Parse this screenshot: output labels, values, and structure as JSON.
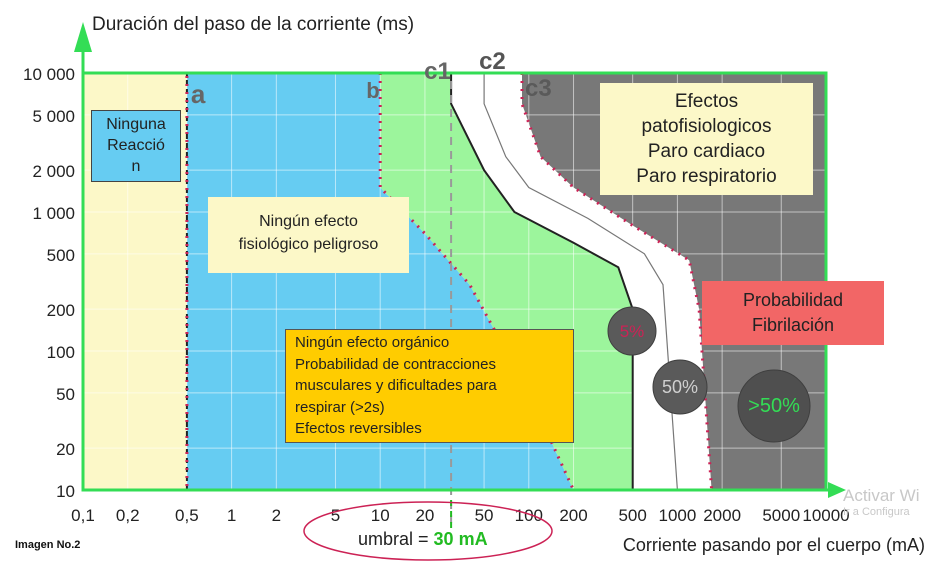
{
  "chart_data": {
    "type": "area",
    "ylabel": "Duración del paso de la corriente (ms)",
    "xlabel": "Corriente pasando por el cuerpo (mA)",
    "x_scale": "log",
    "y_scale": "log",
    "xlim": [
      0.1,
      10000
    ],
    "ylim": [
      10,
      10000
    ],
    "x_ticks": [
      {
        "v": 0.1,
        "label": "0,1"
      },
      {
        "v": 0.2,
        "label": "0,2"
      },
      {
        "v": 0.5,
        "label": "0,5"
      },
      {
        "v": 1,
        "label": "1"
      },
      {
        "v": 2,
        "label": "2"
      },
      {
        "v": 5,
        "label": "5"
      },
      {
        "v": 10,
        "label": "10"
      },
      {
        "v": 20,
        "label": "20"
      },
      {
        "v": 50,
        "label": "50"
      },
      {
        "v": 100,
        "label": "100"
      },
      {
        "v": 200,
        "label": "200"
      },
      {
        "v": 500,
        "label": "500"
      },
      {
        "v": 1000,
        "label": "1000"
      },
      {
        "v": 2000,
        "label": "2000"
      },
      {
        "v": 5000,
        "label": "5000"
      },
      {
        "v": 10000,
        "label": "10000"
      }
    ],
    "y_ticks": [
      {
        "v": 10,
        "label": "10"
      },
      {
        "v": 20,
        "label": "20"
      },
      {
        "v": 50,
        "label": "50"
      },
      {
        "v": 100,
        "label": "100"
      },
      {
        "v": 200,
        "label": "200"
      },
      {
        "v": 500,
        "label": "500"
      },
      {
        "v": 1000,
        "label": "1 000"
      },
      {
        "v": 2000,
        "label": "2 000"
      },
      {
        "v": 5000,
        "label": "5 000"
      },
      {
        "v": 10000,
        "label": "10 000"
      }
    ],
    "grid": true,
    "curves": [
      {
        "name": "a",
        "points": [
          [
            0.5,
            10
          ],
          [
            0.5,
            10000
          ]
        ]
      },
      {
        "name": "b",
        "points": [
          [
            10,
            10000
          ],
          [
            10,
            1500
          ],
          [
            20,
            700
          ],
          [
            40,
            300
          ],
          [
            100,
            50
          ],
          [
            200,
            10
          ]
        ]
      },
      {
        "name": "c1",
        "points": [
          [
            30,
            10000
          ],
          [
            30,
            6000
          ],
          [
            50,
            2000
          ],
          [
            80,
            1000
          ],
          [
            200,
            600
          ],
          [
            400,
            400
          ],
          [
            500,
            200
          ],
          [
            500,
            10
          ]
        ]
      },
      {
        "name": "c2",
        "points": [
          [
            50,
            10000
          ],
          [
            50,
            6000
          ],
          [
            70,
            2500
          ],
          [
            100,
            1500
          ],
          [
            250,
            900
          ],
          [
            600,
            500
          ],
          [
            800,
            300
          ],
          [
            1000,
            10
          ]
        ]
      },
      {
        "name": "c3",
        "points": [
          [
            90,
            10000
          ],
          [
            90,
            6000
          ],
          [
            120,
            2500
          ],
          [
            200,
            1500
          ],
          [
            500,
            800
          ],
          [
            1200,
            450
          ],
          [
            1400,
            200
          ],
          [
            1700,
            10
          ]
        ]
      }
    ],
    "threshold": {
      "x": 30,
      "label_prefix": "umbral = ",
      "label_value": "30 mA"
    },
    "zones": [
      {
        "id": "zone1",
        "text": [
          "Ninguna",
          "Reacció",
          "n"
        ]
      },
      {
        "id": "zone2",
        "text": [
          "Ningún efecto",
          "fisiológico peligroso"
        ]
      },
      {
        "id": "zone3",
        "text": [
          "Ningún efecto orgánico",
          "Probabilidad de contracciones",
          "musculares y dificultades para",
          "respirar (>2s)",
          "Efectos reversibles"
        ]
      },
      {
        "id": "zone4",
        "text": [
          "Efectos",
          "patofisiologicos",
          "Paro cardiaco",
          "Paro respiratorio"
        ]
      },
      {
        "id": "fibrilation",
        "text": [
          "Probabilidad",
          "Fibrilación"
        ]
      }
    ],
    "markers": [
      "5%",
      "50%",
      ">50%"
    ],
    "colors": {
      "zone1": "#fcf8c8",
      "zone2": "#66ccf2",
      "zone3": "#9cf59c",
      "zone4": "#787878",
      "curve_band": "#ffffff",
      "dotted": "#cc2255",
      "axis": "#33dd55",
      "threshold_text": "#22bb22",
      "fibrilation_box": "#f26666",
      "orange_box": "#ffcc00"
    }
  },
  "caption": "Imagen No.2",
  "watermark": {
    "line1": "Activar Wi",
    "line2": "Ir a Configura"
  }
}
